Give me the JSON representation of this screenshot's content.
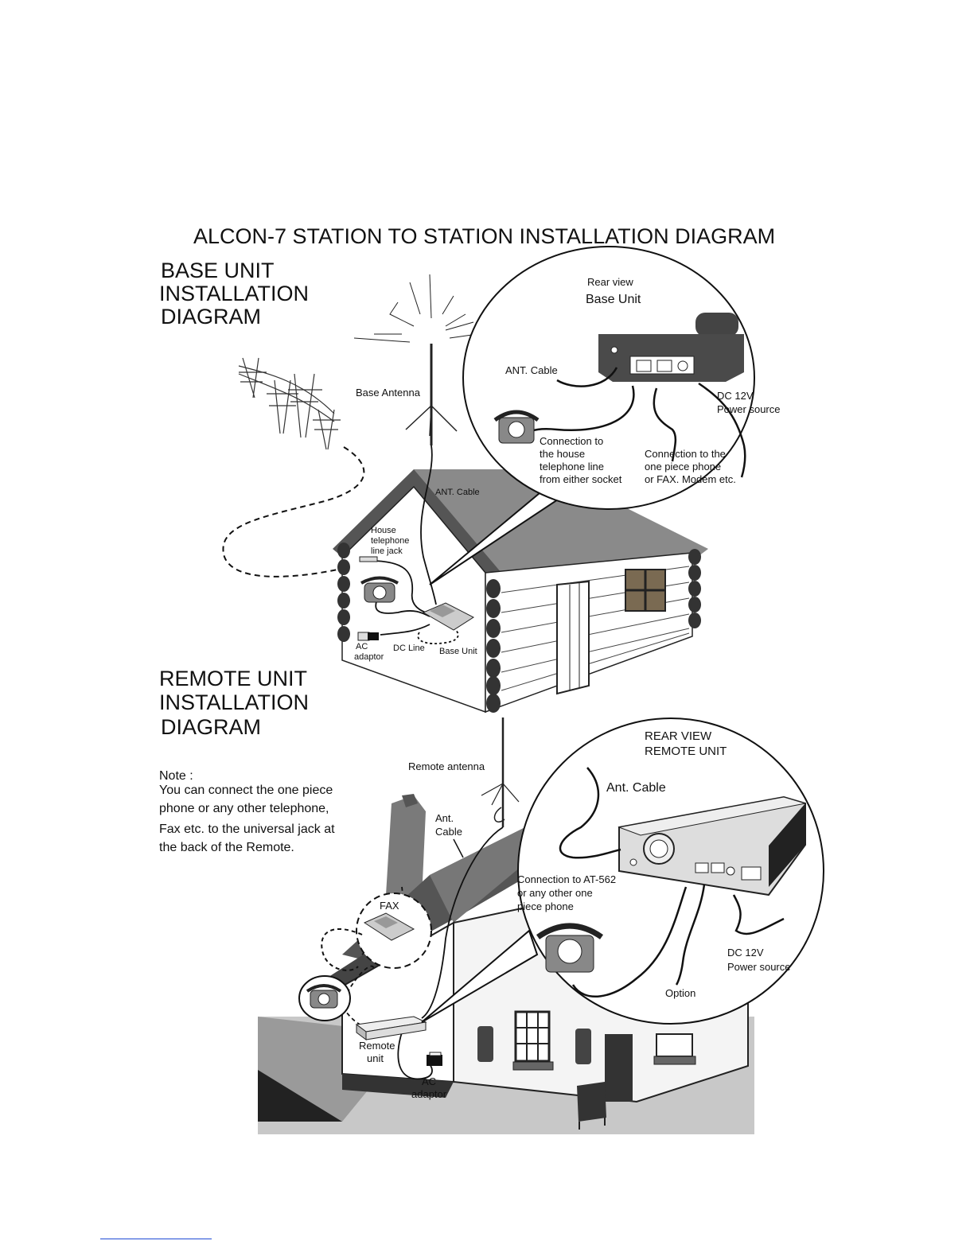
{
  "title": "ALCON-7 STATION TO STATION INSTALLATION DIAGRAM",
  "base_section": {
    "heading": [
      "BASE UNIT",
      "INSTALLATION",
      "DIAGRAM"
    ],
    "callout": {
      "rear_view": "Rear  view",
      "base_unit": "Base Unit",
      "ant_cable": "ANT. Cable",
      "dc": [
        "DC 12V",
        "Power source"
      ],
      "house_line": [
        "Connection to",
        "the house",
        "telephone line",
        "from either socket"
      ],
      "one_piece": [
        "Connection to the",
        "one piece phone",
        "or FAX. Modem etc."
      ]
    },
    "house": {
      "base_antenna": "Base Antenna",
      "ant_cable": "ANT. Cable",
      "jack": [
        "House",
        "telephone",
        "line jack"
      ],
      "ac_adaptor": [
        "AC",
        "adaptor"
      ],
      "dc_line": "DC Line",
      "base_unit": "Base Unit"
    }
  },
  "remote_section": {
    "heading": [
      "REMOTE UNIT",
      "INSTALLATION",
      "DIAGRAM"
    ],
    "note": [
      "Note :",
      "You can connect the one piece",
      "phone  or any other telephone,",
      "Fax etc. to the  universal jack at",
      "the  back of the Remote."
    ],
    "callout": {
      "rear_view": [
        "REAR VIEW",
        "REMOTE UNIT"
      ],
      "ant_cable": "Ant. Cable",
      "connection": [
        "Connection to AT-562",
        "or any other one",
        "piece phone"
      ],
      "dc": [
        "DC 12V",
        "Power source"
      ],
      "option": "Option"
    },
    "house": {
      "remote_antenna": "Remote antenna",
      "ant_cable": [
        "Ant.",
        "Cable"
      ],
      "fax": "FAX",
      "remote_unit": [
        "Remote",
        "unit"
      ],
      "ac_adaptor": [
        "AC",
        "adaptor"
      ]
    }
  }
}
